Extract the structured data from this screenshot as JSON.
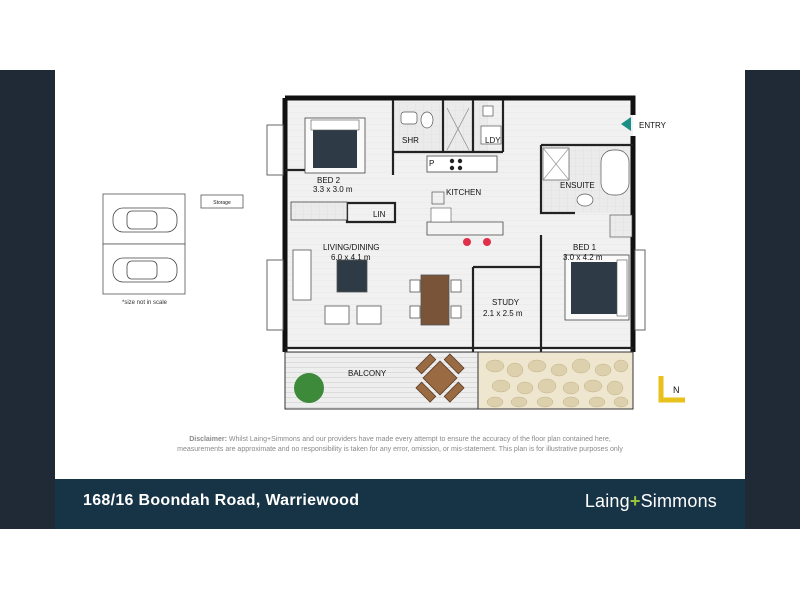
{
  "property": {
    "address": "168/16 Boondah Road, Warriewood"
  },
  "brand": {
    "name_left": "Laing",
    "name_right": "Simmons",
    "accent_color": "#9bc23c"
  },
  "colors": {
    "footer_bg": "#173447",
    "side_bars": "#1f2a36",
    "wall": "#111111",
    "floor_tile": "#e9e9e9",
    "entry_arrow": "#1a8f86",
    "north_marker": "#e8c21a",
    "bar_stool": "#e0304a"
  },
  "rooms": {
    "bed2_name": "BED 2",
    "bed2_size": "3.3 x 3.0 m",
    "shr": "SHR",
    "ldy": "LDY",
    "entry": "ENTRY",
    "kitchen": "KITCHEN",
    "pantry": "P",
    "ensuite": "ENSUITE",
    "lin": "LIN",
    "living_name": "LIVING/DINING",
    "living_size": "6.0 x 4.1 m",
    "bed1_name": "BED 1",
    "bed1_size": "3.0 x 4.2 m",
    "study_name": "STUDY",
    "study_size": "2.1 x 2.5 m",
    "balcony": "BALCONY"
  },
  "parking": {
    "storage_label": "Storage",
    "scale_note": "*size not in scale"
  },
  "north": {
    "label": "N"
  },
  "disclaimer": {
    "label": "Disclaimer:",
    "line1": "Whilst Laing+Simmons and our providers have made every attempt to ensure the accuracy of the floor plan contained here,",
    "line2": "measurements are approximate and no responsibility is taken for any error, omission, or mis-statement. This plan is for illustrative purposes only"
  }
}
